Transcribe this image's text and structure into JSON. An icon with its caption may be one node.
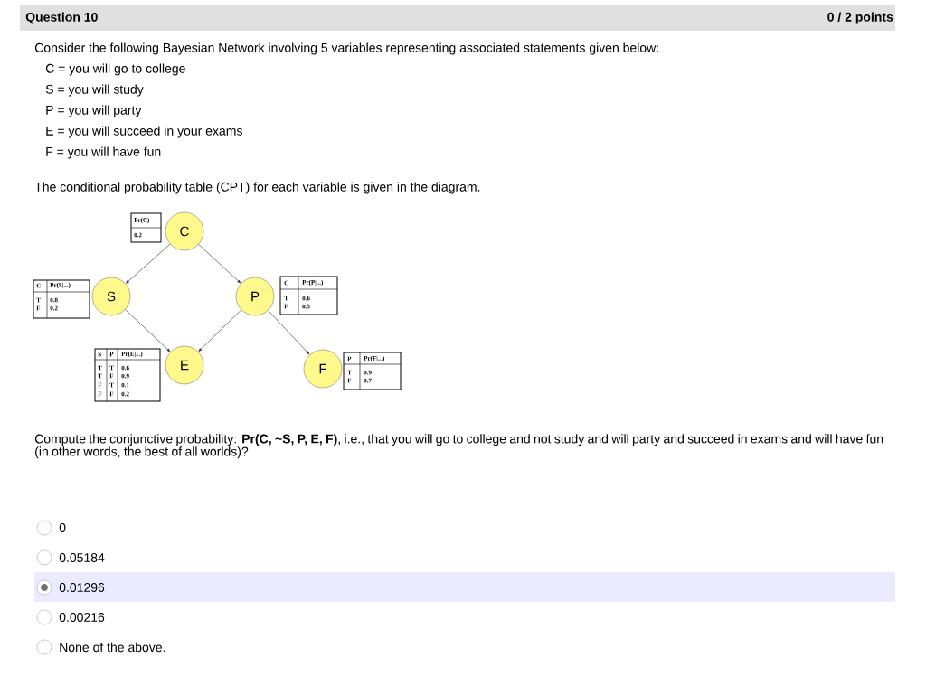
{
  "diagram": {
    "nodes": [
      {
        "text": [
          "C"
        ]
      },
      {
        "text": [
          "S"
        ]
      },
      {
        "text": [
          "P"
        ]
      },
      {
        "text": [
          "E"
        ]
      },
      {
        "text": [
          "F"
        ]
      }
    ],
    "edges": [
      {
        "from": 0,
        "to": 1,
        "arrow": "to"
      },
      {
        "from": 0,
        "to": 2,
        "arrow": "to"
      },
      {
        "from": 1,
        "to": 3,
        "arrow": "to"
      },
      {
        "from": 2,
        "to": 3,
        "arrow": "to"
      },
      {
        "from": 2,
        "to": 4,
        "arrow": "to"
      }
    ],
    "labels": [
      "Question 10",
      "0 / 2 points",
      "Consider the following Bayesian Network involving 5 variables representing associated statements given below:",
      "C = you will go to college",
      "S = you will study",
      "P = you will party",
      "E = you will succeed in your exams",
      "F = you will have fun",
      "The conditional probability table (CPT) for each variable is given in the diagram.",
      "Pr(C)",
      "0.2",
      "C",
      "Pr(S|...)",
      "T",
      "0.8",
      "F",
      "0.2",
      "C",
      "Pr(P|...)",
      "T",
      "0.6",
      "F",
      "0.5",
      "S",
      "P",
      "Pr(E|...)",
      "T",
      "T",
      "0.6",
      "T",
      "F",
      "0.9",
      "F",
      "T",
      "0.1",
      "F",
      "F",
      "0.2",
      "P",
      "Pr(F|...)",
      "T",
      "0.9",
      "F",
      "0.7",
      "Compute the conjunctive probability: **Pr(C, ~S, P, E, F)**, i.e., that you will go to college and not study and will party and succeed in exams and will have fun (in other words, the best of all worlds)?",
      "0",
      "0.05184",
      "0.01296",
      "0.00216",
      "None of the above."
    ]
  }
}
